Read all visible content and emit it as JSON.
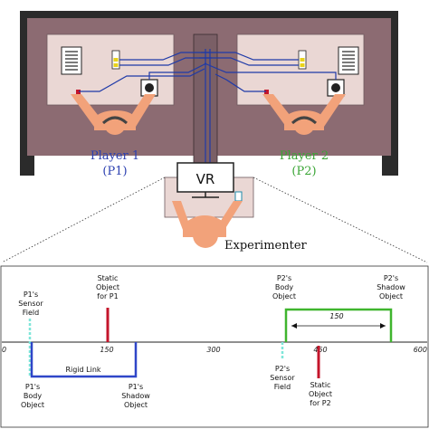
{
  "players": {
    "p1_name": "Player 1",
    "p1_abbr": "(P1)",
    "p2_name": "Player 2",
    "p2_abbr": "(P2)",
    "p1_color": "#2b3fb0",
    "p2_color": "#3aa535"
  },
  "vr_label": "VR",
  "experimenter_label": "Experimenter",
  "colors": {
    "room_wall": "#2b2b2b",
    "room_floor": "#8c6b72",
    "desk": "#ead7d4",
    "skin": "#f2a27a",
    "divider": "#7a5f66",
    "wire": "#1f3aa8",
    "static_object": "#c4152b",
    "sensor_field": "#7fe6d9",
    "rigid_link": "#2f46c8",
    "p2_link": "#3fb52e"
  },
  "axis": {
    "ticks": [
      "0",
      "150",
      "300",
      "450",
      "600"
    ]
  },
  "annotations": {
    "p1_sensor_field": [
      "P1's",
      "Sensor",
      "Field"
    ],
    "static_object_p1": [
      "Static",
      "Object",
      "for P1"
    ],
    "rigid_link": "Rigid Link",
    "p1_body_object": [
      "P1's",
      "Body",
      "Object"
    ],
    "p1_shadow_object": [
      "P1's",
      "Shadow",
      "Object"
    ],
    "p2_body_object": [
      "P2's",
      "Body",
      "Object"
    ],
    "p2_shadow_object": [
      "P2's",
      "Shadow",
      "Object"
    ],
    "distance_label": "150",
    "p2_sensor_field": [
      "P2's",
      "Sensor",
      "Field"
    ],
    "static_object_p2": [
      "Static",
      "Object",
      "for P2"
    ]
  }
}
